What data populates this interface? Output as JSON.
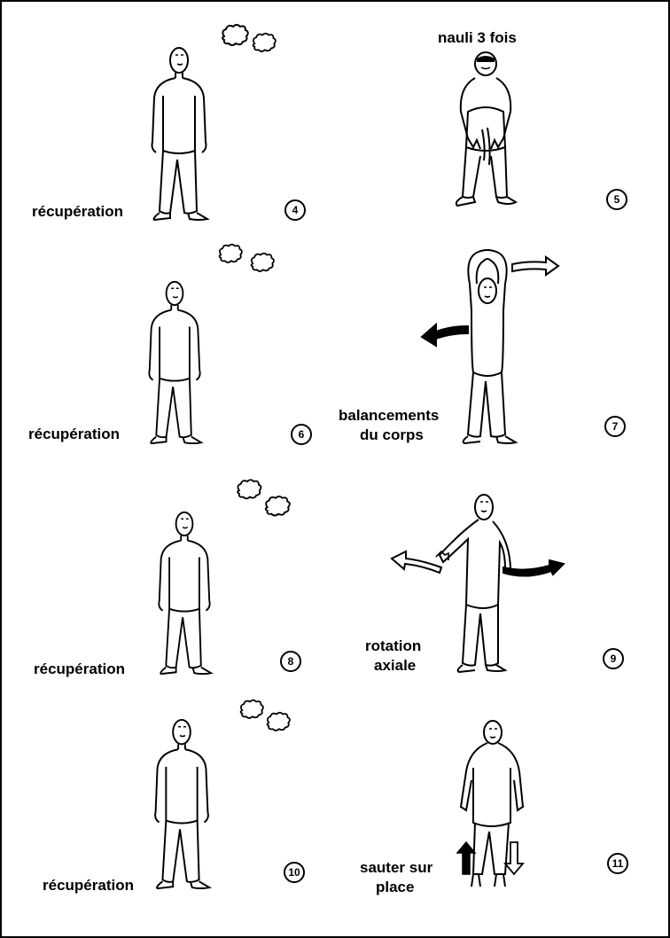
{
  "panels": [
    {
      "number": "4",
      "label": "récupération"
    },
    {
      "number": "5",
      "label": "nauli 3 fois"
    },
    {
      "number": "6",
      "label": "récupération"
    },
    {
      "number": "7",
      "label_line1": "balancements",
      "label_line2": "du corps"
    },
    {
      "number": "8",
      "label": "récupération"
    },
    {
      "number": "9",
      "label_line1": "rotation",
      "label_line2": "axiale"
    },
    {
      "number": "10",
      "label": "récupération"
    },
    {
      "number": "11",
      "label_line1": "sauter sur",
      "label_line2": "place"
    }
  ]
}
